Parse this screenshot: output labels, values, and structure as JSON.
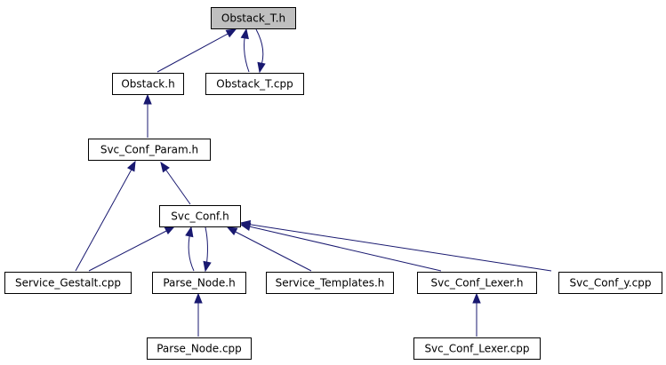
{
  "graph": {
    "nodes": [
      {
        "id": "obstack_t_h",
        "label": "Obstack_T.h",
        "highlight": true
      },
      {
        "id": "obstack_h",
        "label": "Obstack.h"
      },
      {
        "id": "obstack_t_cpp",
        "label": "Obstack_T.cpp"
      },
      {
        "id": "svc_conf_param_h",
        "label": "Svc_Conf_Param.h"
      },
      {
        "id": "svc_conf_h",
        "label": "Svc_Conf.h"
      },
      {
        "id": "service_gestalt_cpp",
        "label": "Service_Gestalt.cpp"
      },
      {
        "id": "parse_node_h",
        "label": "Parse_Node.h"
      },
      {
        "id": "service_templates_h",
        "label": "Service_Templates.h"
      },
      {
        "id": "svc_conf_lexer_h",
        "label": "Svc_Conf_Lexer.h"
      },
      {
        "id": "svc_conf_y_cpp",
        "label": "Svc_Conf_y.cpp"
      },
      {
        "id": "parse_node_cpp",
        "label": "Parse_Node.cpp"
      },
      {
        "id": "svc_conf_lexer_cpp",
        "label": "Svc_Conf_Lexer.cpp"
      }
    ],
    "edges": [
      {
        "from": "obstack_h",
        "to": "obstack_t_h"
      },
      {
        "from": "obstack_t_cpp",
        "to": "obstack_t_h"
      },
      {
        "from": "obstack_t_h",
        "to": "obstack_t_cpp"
      },
      {
        "from": "svc_conf_param_h",
        "to": "obstack_h"
      },
      {
        "from": "service_gestalt_cpp",
        "to": "svc_conf_param_h"
      },
      {
        "from": "svc_conf_h",
        "to": "svc_conf_param_h"
      },
      {
        "from": "service_gestalt_cpp",
        "to": "svc_conf_h"
      },
      {
        "from": "parse_node_h",
        "to": "svc_conf_h"
      },
      {
        "from": "svc_conf_h",
        "to": "parse_node_h"
      },
      {
        "from": "service_templates_h",
        "to": "svc_conf_h"
      },
      {
        "from": "svc_conf_lexer_h",
        "to": "svc_conf_h"
      },
      {
        "from": "svc_conf_y_cpp",
        "to": "svc_conf_h"
      },
      {
        "from": "parse_node_cpp",
        "to": "parse_node_h"
      },
      {
        "from": "svc_conf_lexer_cpp",
        "to": "svc_conf_lexer_h"
      }
    ]
  },
  "colors": {
    "edge": "#191970",
    "highlight_fill": "#bfbfbf",
    "node_border": "#000000"
  }
}
